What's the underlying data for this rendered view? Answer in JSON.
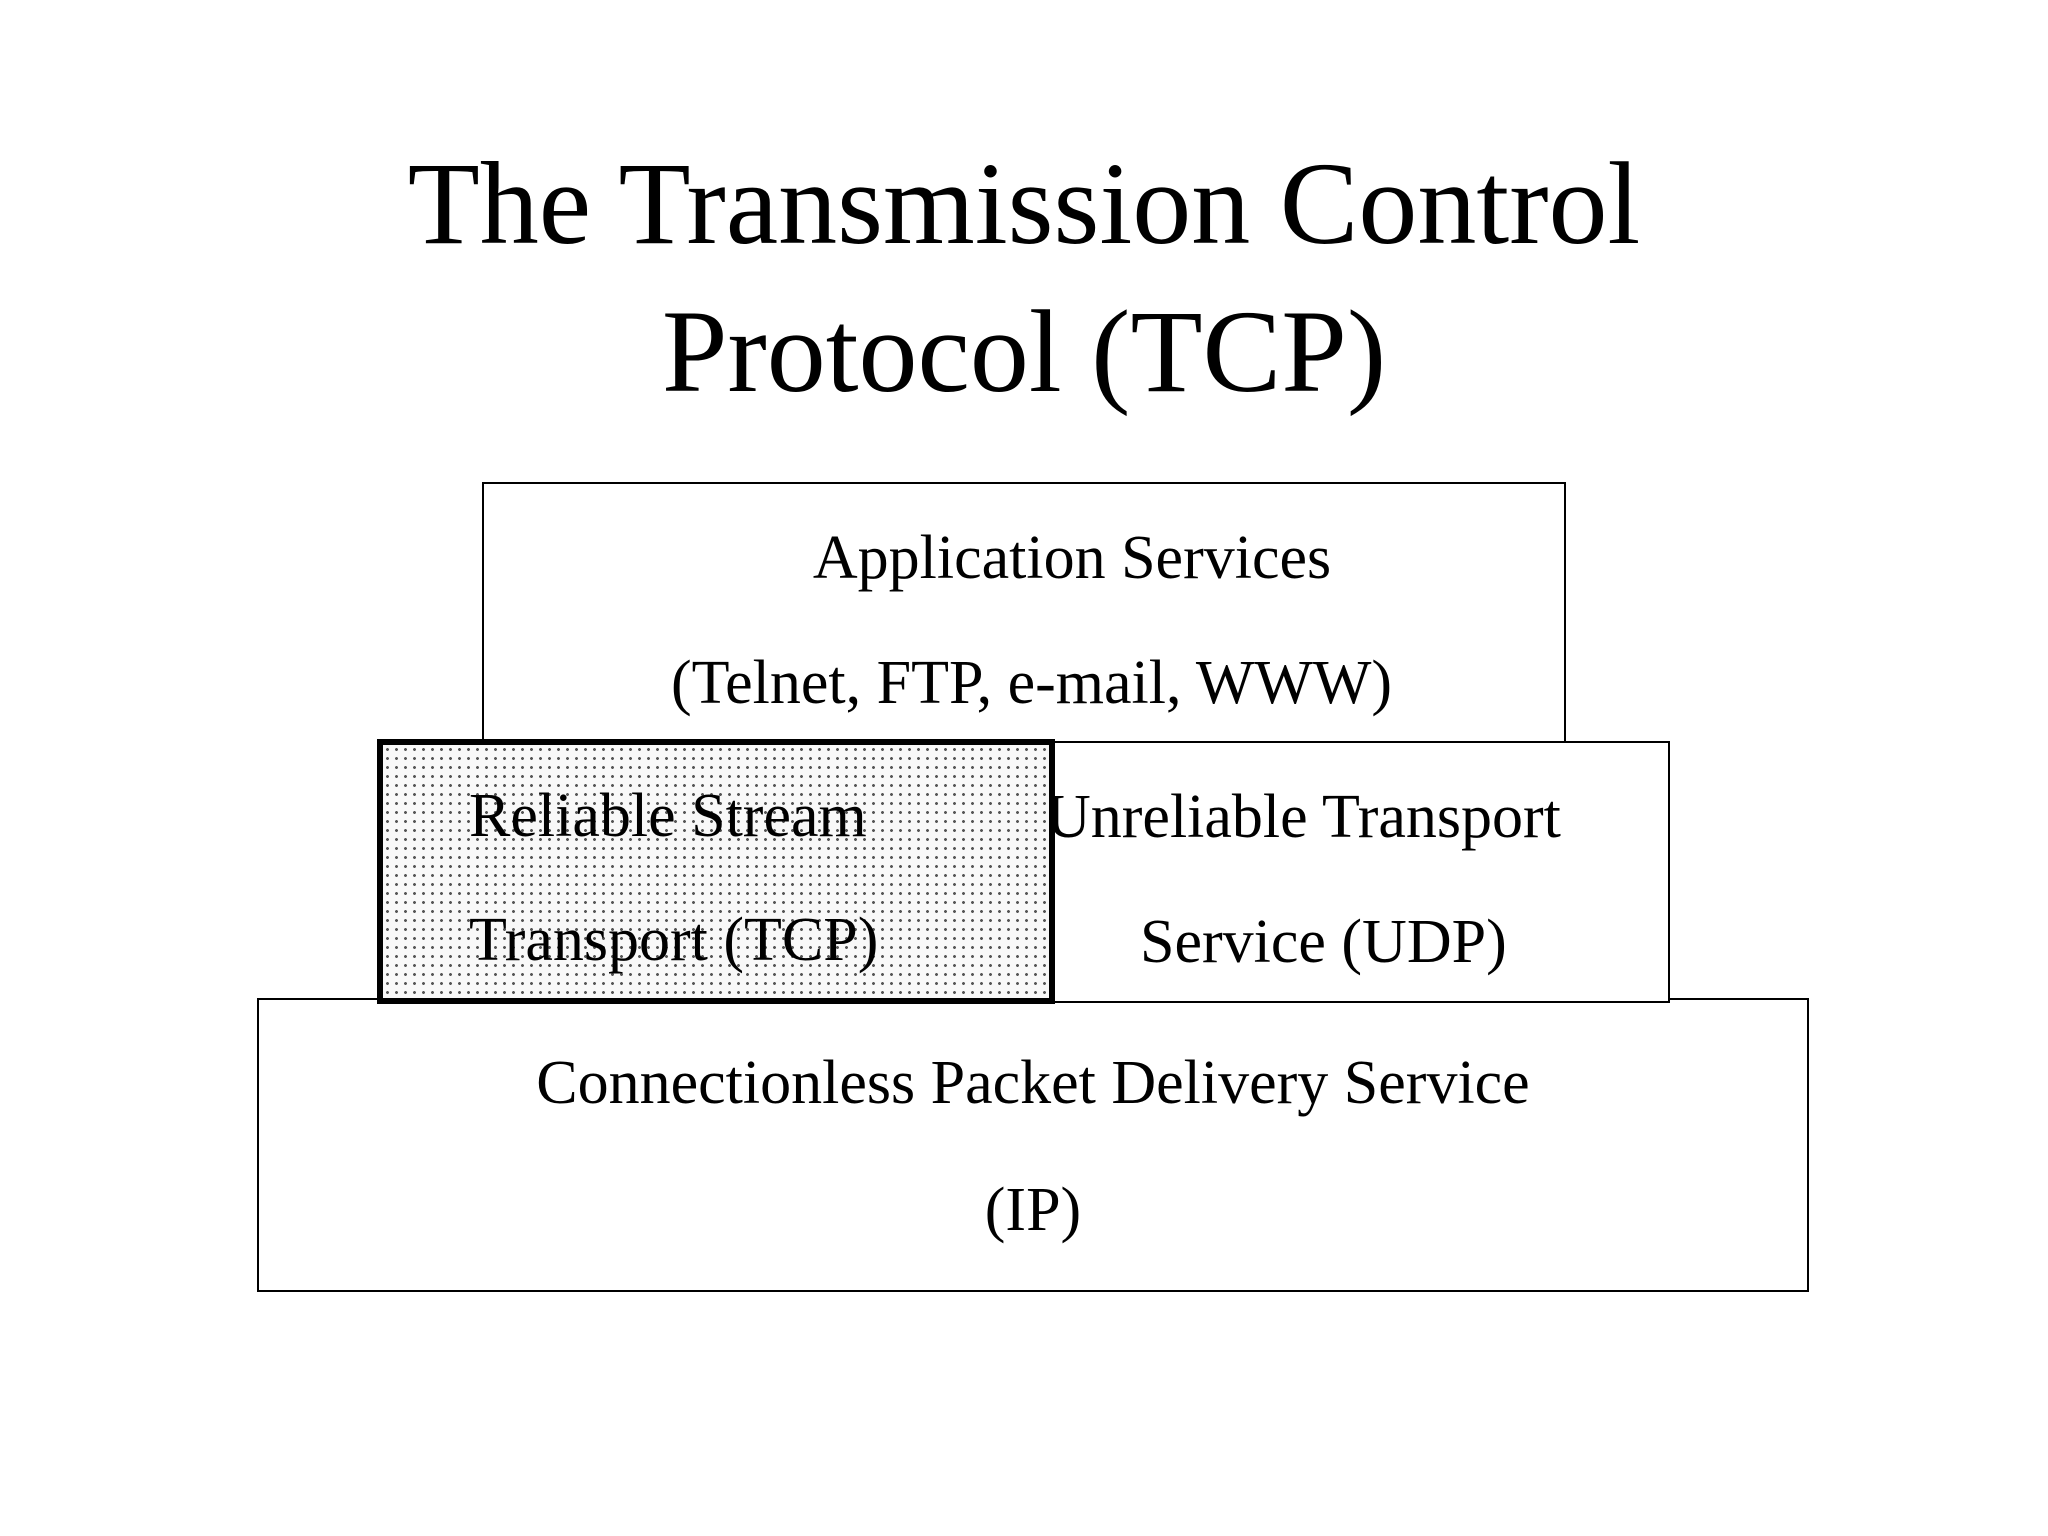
{
  "slide": {
    "title_line1": "The Transmission Control",
    "title_line2": "Protocol (TCP)"
  },
  "diagram": {
    "application_layer": {
      "line1": "Application Services",
      "line2": "(Telnet, FTP, e-mail, WWW)"
    },
    "tcp_layer": {
      "line1": "Reliable Stream",
      "line2": "Transport (TCP)",
      "highlighted": true
    },
    "udp_layer": {
      "line1": "Unreliable Transport",
      "line2": "Service (UDP)"
    },
    "ip_layer": {
      "line1": "Connectionless Packet Delivery Service",
      "line2": "(IP)"
    }
  }
}
